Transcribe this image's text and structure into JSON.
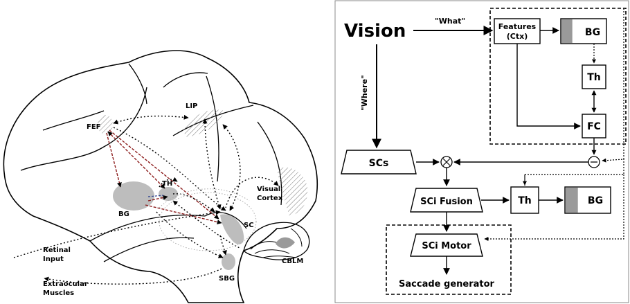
{
  "brain": {
    "labels": {
      "fef": "FEF",
      "lip": "LIP",
      "th": "TH",
      "bg": "BG",
      "visual_cortex_1": "Visual",
      "visual_cortex_2": "Cortex",
      "sc": "SC",
      "sbg": "SBG",
      "cblm": "CBLM",
      "retinal_1": "Retinal",
      "retinal_2": "Input",
      "extraocular_1": "Extraocular",
      "extraocular_2": "Muscles"
    }
  },
  "model": {
    "vision": "Vision",
    "what": "\"What\"",
    "where": "\"Where\"",
    "features_1": "Features",
    "features_2": "(Ctx)",
    "bg_top": "BG",
    "th_top": "Th",
    "fc": "FC",
    "scs": "SCs",
    "sci_fusion": "SCi Fusion",
    "th_mid": "Th",
    "bg_mid": "BG",
    "sci_motor": "SCi Motor",
    "saccade_generator": "Saccade generator"
  },
  "colors": {
    "region_fill": "#bdbdbd",
    "red_pathway": "#8b1a1a",
    "bg_marker": "#9a9a9a"
  }
}
